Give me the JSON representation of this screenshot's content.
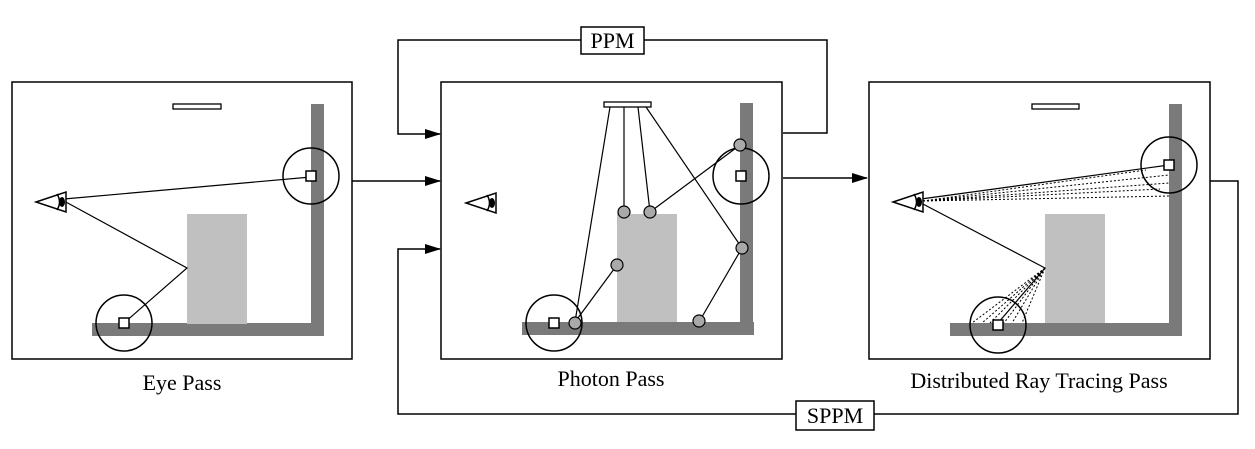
{
  "panels": {
    "eye": {
      "caption": "Eye Pass"
    },
    "photon": {
      "caption": "Photon Pass"
    },
    "distributed": {
      "caption": "Distributed Ray Tracing Pass"
    }
  },
  "loops": {
    "ppm": {
      "label": "PPM"
    },
    "sppm": {
      "label": "SPPM"
    }
  },
  "colors": {
    "wall": "#7a7a7a",
    "box": "#c0c0c0",
    "photon": "#a9a9a9",
    "line": "#000000"
  }
}
